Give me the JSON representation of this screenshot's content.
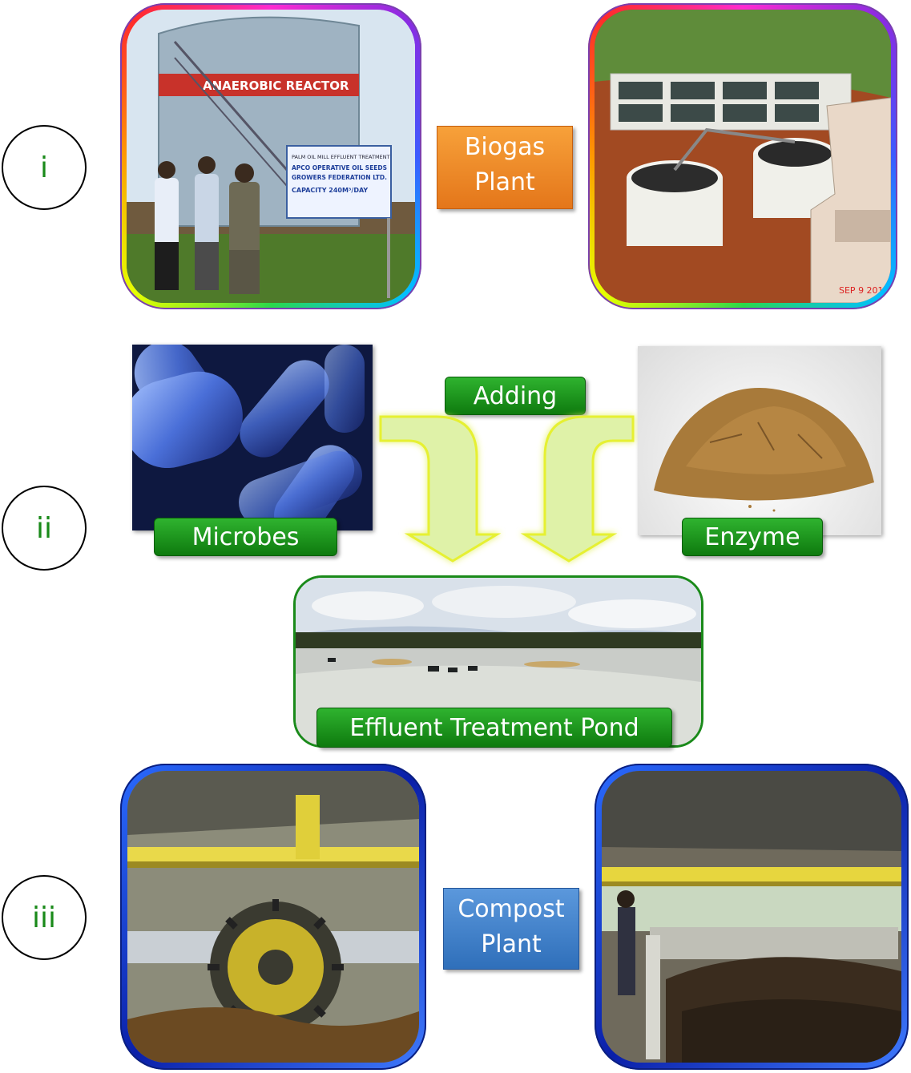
{
  "markers": [
    "i",
    "ii",
    "iii"
  ],
  "row1": {
    "label_line1": "Biogas",
    "label_line2": "Plant"
  },
  "row2": {
    "adding": "Adding",
    "microbes": "Microbes",
    "enzyme": "Enzyme",
    "pond": "Effluent Treatment Pond"
  },
  "row3": {
    "label_line1": "Compost",
    "label_line2": "Plant"
  },
  "photo_text": {
    "reactor_banner": "ANAEROBIC REACTOR",
    "sign_l1": "PALM OIL MILL EFFLUENT TREATMENT",
    "sign_l2": "APCO OPERATIVE OIL SEEDS",
    "sign_l3": "GROWERS FEDERATION LTD.",
    "sign_l4": "CAPACITY 240M³/DAY",
    "date_stamp": "SEP 9 201"
  },
  "colors": {
    "marker_text": "#1a8a1a",
    "biogas_label": "#ef8a28",
    "compost_label": "#4684cc",
    "green_label": "#139413",
    "arrow_fill": "#d9f0a0"
  }
}
